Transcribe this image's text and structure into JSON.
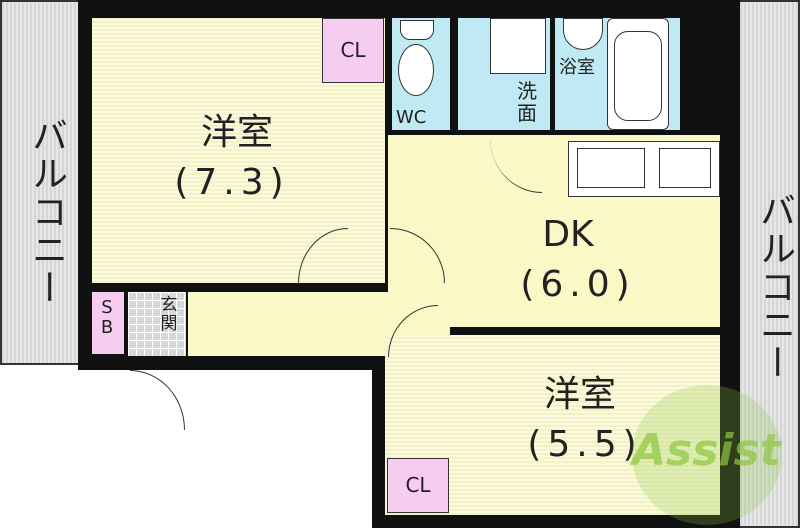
{
  "rooms": {
    "western_large": {
      "name": "洋室",
      "size": "(7.3)"
    },
    "dk": {
      "name": "DK",
      "size": "(6.0)"
    },
    "western_small": {
      "name": "洋室",
      "size": "(5.5)"
    },
    "closet_top": "CL",
    "closet_bottom": "CL",
    "wc": "WC",
    "washroom": "洗面",
    "bathroom": "浴室",
    "storage": "SB",
    "entrance": "玄関",
    "balcony_left": "バルコニー",
    "balcony_right": "バルコニー"
  },
  "logo": {
    "text": "Assist",
    "color": "#8dc63f"
  },
  "colors": {
    "wall": "#111111",
    "wet_area": "#bfeaf4",
    "closet": "#f6cdf0",
    "dk": "#fbf8c8",
    "room": "#f4f2c4"
  }
}
